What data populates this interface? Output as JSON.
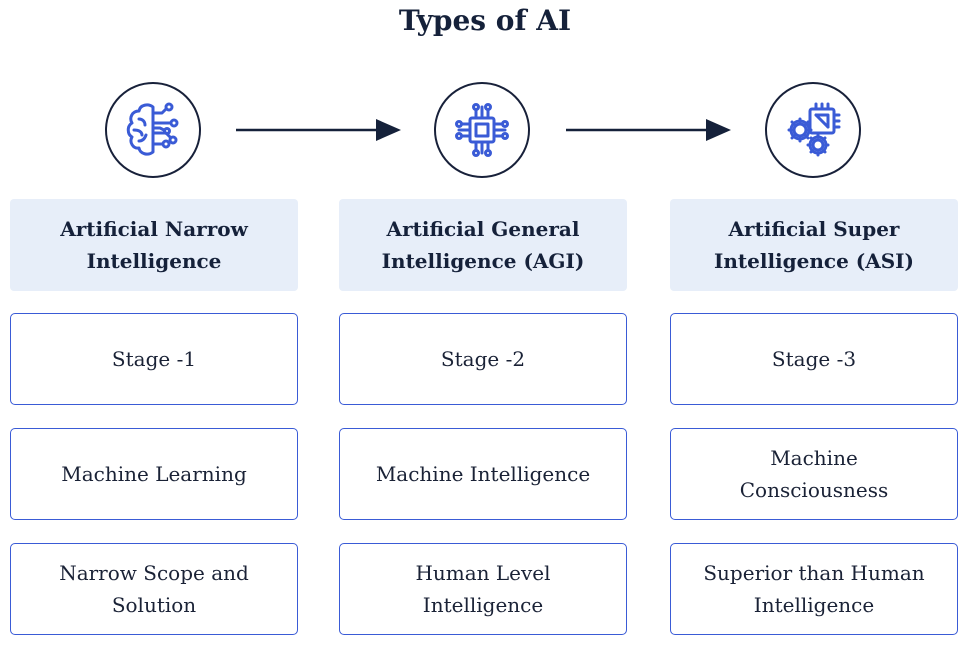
{
  "title": "Types of AI",
  "colors": {
    "icon_blue": "#3a5bd6",
    "header_bg": "#e7eef9",
    "border_blue": "#3a5bd6",
    "dark": "#15213a"
  },
  "columns": [
    {
      "icon": "brain-circuit-icon",
      "header": "Artificial Narrow Intelligence",
      "stage": "Stage -1",
      "capability": "Machine Learning",
      "scope": "Narrow Scope and Solution"
    },
    {
      "icon": "cpu-chip-icon",
      "header": "Artificial General Intelligence (AGI)",
      "stage": "Stage -2",
      "capability": "Machine Intelligence",
      "scope": "Human Level Intelligence"
    },
    {
      "icon": "chip-gears-icon",
      "header": "Artificial Super Intelligence (ASI)",
      "stage": "Stage -3",
      "capability": "Machine Consciousness",
      "scope": "Superior than Human Intelligence"
    }
  ]
}
